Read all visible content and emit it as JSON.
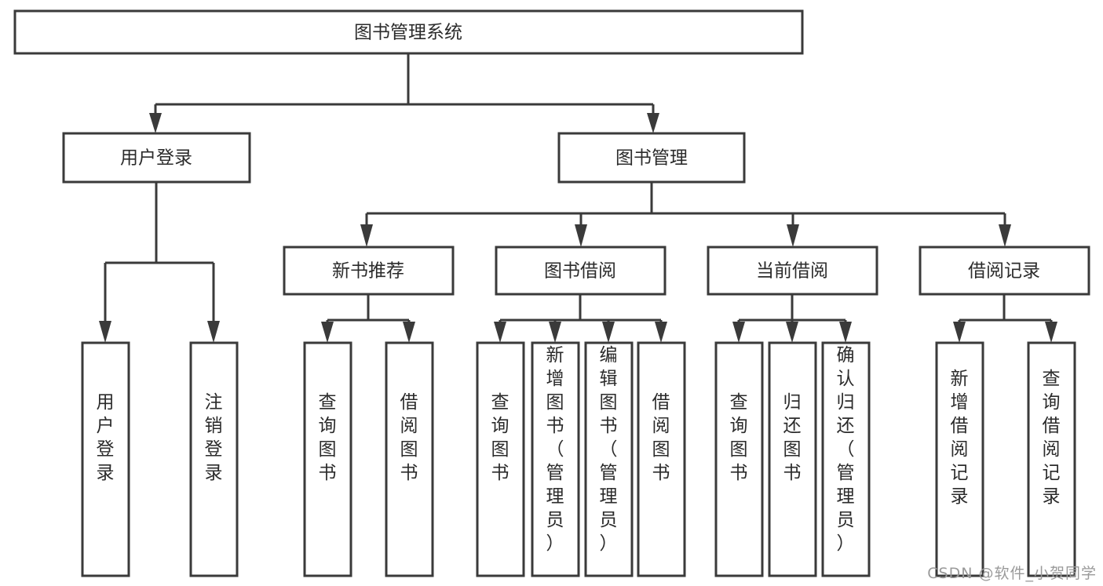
{
  "diagram": {
    "type": "tree",
    "title": "图书管理系统",
    "watermark": "CSDN @软件_小贺同学",
    "colors": {
      "stroke": "#3a3a3a",
      "fill": "#ffffff",
      "text": "#2b2b2b",
      "watermark": "#9a9a9a",
      "background": "#ffffff"
    },
    "root": {
      "label": "图书管理系统"
    },
    "level2": [
      {
        "label": "用户登录"
      },
      {
        "label": "图书管理"
      }
    ],
    "level3": [
      {
        "label": "新书推荐"
      },
      {
        "label": "图书借阅"
      },
      {
        "label": "当前借阅"
      },
      {
        "label": "借阅记录"
      }
    ],
    "leaves": {
      "user_login": [
        {
          "label": "用户登录"
        },
        {
          "label": "注销登录"
        }
      ],
      "new_book_recommend": [
        {
          "label": "查询图书"
        },
        {
          "label": "借阅图书"
        }
      ],
      "book_borrow": [
        {
          "label": "查询图书"
        },
        {
          "label": "新增图书（管理员）"
        },
        {
          "label": "编辑图书（管理员）"
        },
        {
          "label": "借阅图书"
        }
      ],
      "current_borrow": [
        {
          "label": "查询图书"
        },
        {
          "label": "归还图书"
        },
        {
          "label": "确认归还（管理员）"
        }
      ],
      "borrow_record": [
        {
          "label": "新增借阅记录"
        },
        {
          "label": "查询借阅记录"
        }
      ]
    }
  }
}
